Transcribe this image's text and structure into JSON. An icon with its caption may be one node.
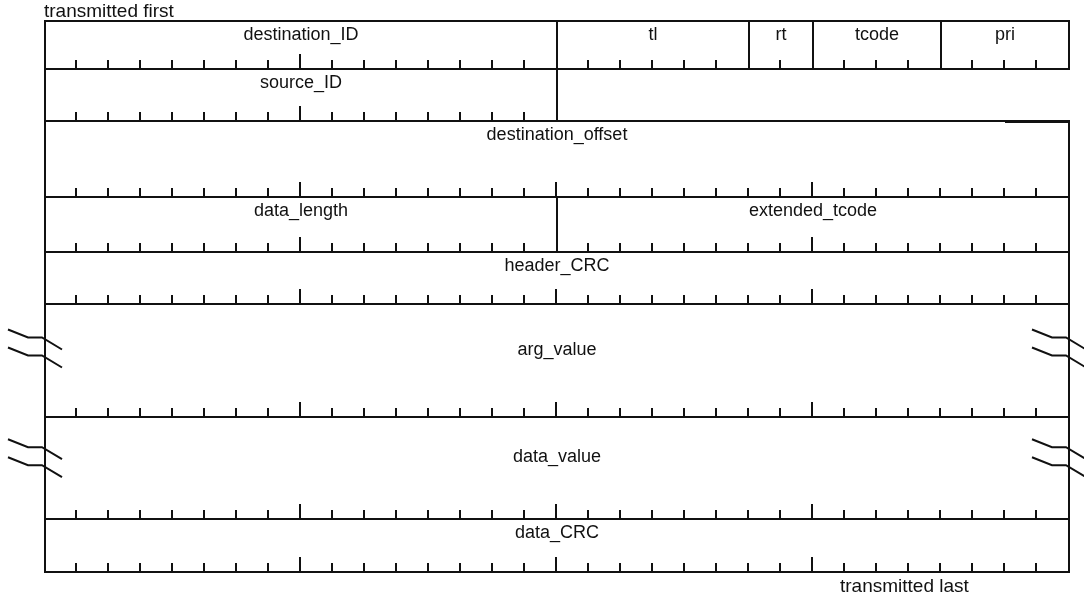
{
  "diagram": {
    "nodes": [
      {
        "text": [
          "destination_ID"
        ]
      },
      {
        "text": [
          "tl"
        ]
      },
      {
        "text": [
          "rt"
        ]
      },
      {
        "text": [
          "tcode"
        ]
      },
      {
        "text": [
          "pri"
        ]
      },
      {
        "text": [
          "source_ID"
        ]
      },
      {
        "text": [
          "destination_offset"
        ]
      },
      {
        "text": [
          "data_length"
        ]
      },
      {
        "text": [
          "extended_tcode"
        ]
      },
      {
        "text": [
          "header_CRC"
        ]
      },
      {
        "text": [
          "arg_value"
        ]
      },
      {
        "text": [
          "data_value"
        ]
      },
      {
        "text": [
          "data_CRC"
        ]
      }
    ],
    "labels": [
      "transmitted first",
      "transmitted last"
    ]
  }
}
